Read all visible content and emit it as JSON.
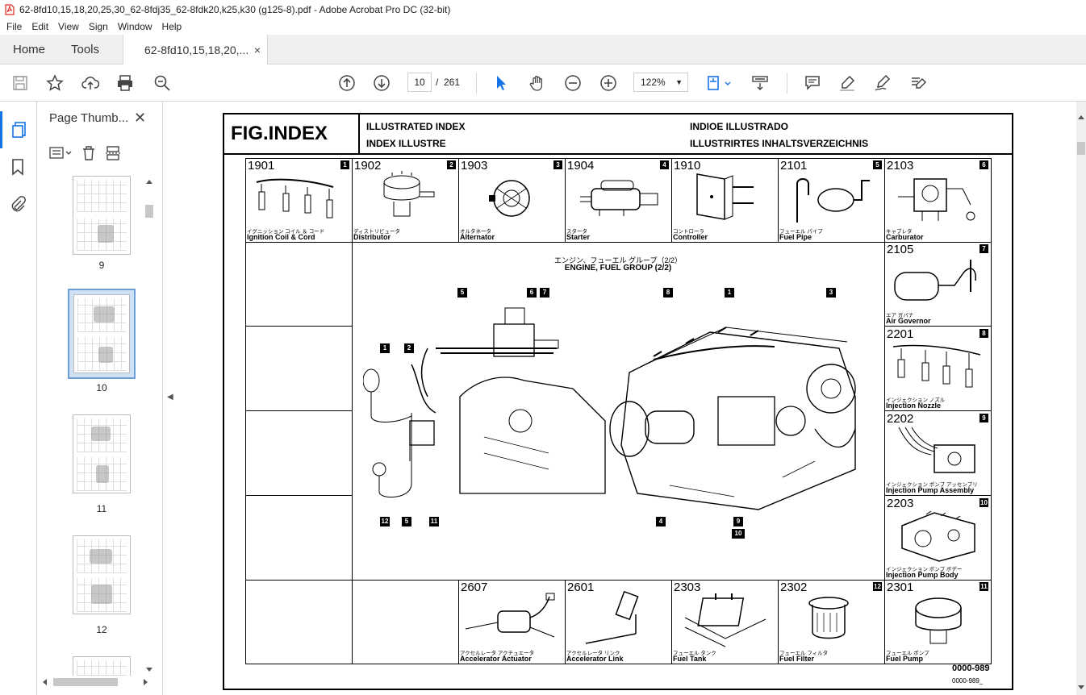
{
  "window": {
    "title": "62-8fd10,15,18,20,25,30_62-8fdj35_62-8fdk20,k25,k30 (g125-8).pdf - Adobe Acrobat Pro DC (32-bit)"
  },
  "menu": [
    "File",
    "Edit",
    "View",
    "Sign",
    "Window",
    "Help"
  ],
  "tabs": {
    "home": "Home",
    "tools": "Tools",
    "doc": "62-8fd10,15,18,20,...",
    "close": "×"
  },
  "toolbar": {
    "page_current": "10",
    "page_sep": "/",
    "page_total": "261",
    "zoom": "122%",
    "zoom_dd": "▼"
  },
  "thumbnails": {
    "title": "Page Thumb...",
    "close": "✕",
    "pages": [
      {
        "num": "9",
        "selected": false
      },
      {
        "num": "10",
        "selected": true
      },
      {
        "num": "11",
        "selected": false
      },
      {
        "num": "12",
        "selected": false
      }
    ]
  },
  "document": {
    "fig_index": "FIG.INDEX",
    "hdr_en": "ILLUSTRATED INDEX",
    "hdr_fr": "INDEX ILLUSTRE",
    "hdr_es": "INDIOE ILLUSTRADO",
    "hdr_de": "ILLUSTRIRTES INHALTSVERZEICHNIS",
    "engine_title_jp": "エンジン、フューエル グループ（2/2）",
    "engine_title_en": "ENGINE, FUEL GROUP (2/2)",
    "top_row": [
      {
        "num": "1901",
        "badge": "1",
        "jp": "イグニッション コイル ＆ コード",
        "en": "Ignition Coil & Cord"
      },
      {
        "num": "1902",
        "badge": "2",
        "jp": "ディストリビュータ",
        "en": "Distributor"
      },
      {
        "num": "1903",
        "badge": "3",
        "jp": "オルタネータ",
        "en": "Alternator"
      },
      {
        "num": "1904",
        "badge": "4",
        "jp": "スタータ",
        "en": "Starter"
      },
      {
        "num": "1910",
        "badge": "",
        "jp": "コントローラ",
        "en": "Controller"
      },
      {
        "num": "2101",
        "badge": "5",
        "jp": "フューエル パイプ",
        "en": "Fuel Pipe"
      },
      {
        "num": "2103",
        "badge": "6",
        "jp": "キャブレタ",
        "en": "Carburator"
      }
    ],
    "right_col": [
      {
        "num": "2105",
        "badge": "7",
        "jp": "エア ガバナ",
        "en": "Air Governor"
      },
      {
        "num": "2201",
        "badge": "8",
        "jp": "インジェクション ノズル",
        "en": "Injection Nozzle"
      },
      {
        "num": "2202",
        "badge": "9",
        "jp": "インジェクション ポンプ アッセンブリ",
        "en": "Injection Pump Assembly"
      },
      {
        "num": "2203",
        "badge": "10",
        "jp": "インジェクション ポンプ ボデー",
        "en": "Injection Pump Body"
      }
    ],
    "bottom_row": [
      {
        "num": "2607",
        "badge": "",
        "jp": "アクセルレータ アクチュエータ",
        "en": "Accelerator Actuator"
      },
      {
        "num": "2601",
        "badge": "",
        "jp": "アクセルレータ リンク",
        "en": "Accelerator Link"
      },
      {
        "num": "2303",
        "badge": "",
        "jp": "フューエル タンク",
        "en": "Fuel Tank"
      },
      {
        "num": "2302",
        "badge": "12",
        "jp": "フューエル フィルタ",
        "en": "Fuel Filter"
      },
      {
        "num": "2301",
        "badge": "11",
        "jp": "フューエル ポンプ",
        "en": "Fuel Pump"
      }
    ],
    "callouts": [
      "5",
      "6",
      "7",
      "8",
      "1",
      "3",
      "1",
      "2",
      "12",
      "5",
      "11",
      "4",
      "9",
      "10"
    ],
    "page_code": "0000-989",
    "page_code_small": "0000-989_"
  }
}
